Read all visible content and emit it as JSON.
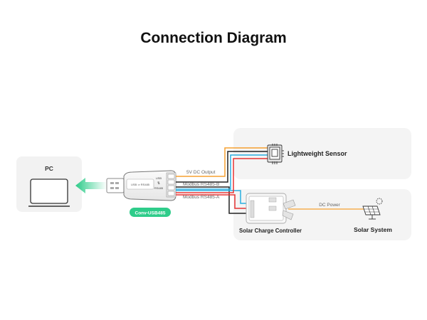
{
  "title": "Connection Diagram",
  "nodes": {
    "pc": "PC",
    "converter": "Conv-USB485",
    "sensor": "Lightweight Sensor",
    "controller": "Solar Charge Controller",
    "solar": "Solar System"
  },
  "converter_labels": {
    "usb": "USB",
    "arrows": "⇅",
    "rs485": "RS485",
    "body_text": "USB ⇒ RS485"
  },
  "wire_labels": {
    "power": "5V DC Output",
    "rs485_b": "Modbus RS485-B",
    "rs485_a": "Modbus RS485-A",
    "dc_power": "DC Power"
  },
  "colors": {
    "orange": "#f5a030",
    "black": "#222222",
    "blue": "#29aee0",
    "red": "#e53333",
    "green": "#2ecc8a",
    "panel_bg": "#f4f4f4"
  }
}
